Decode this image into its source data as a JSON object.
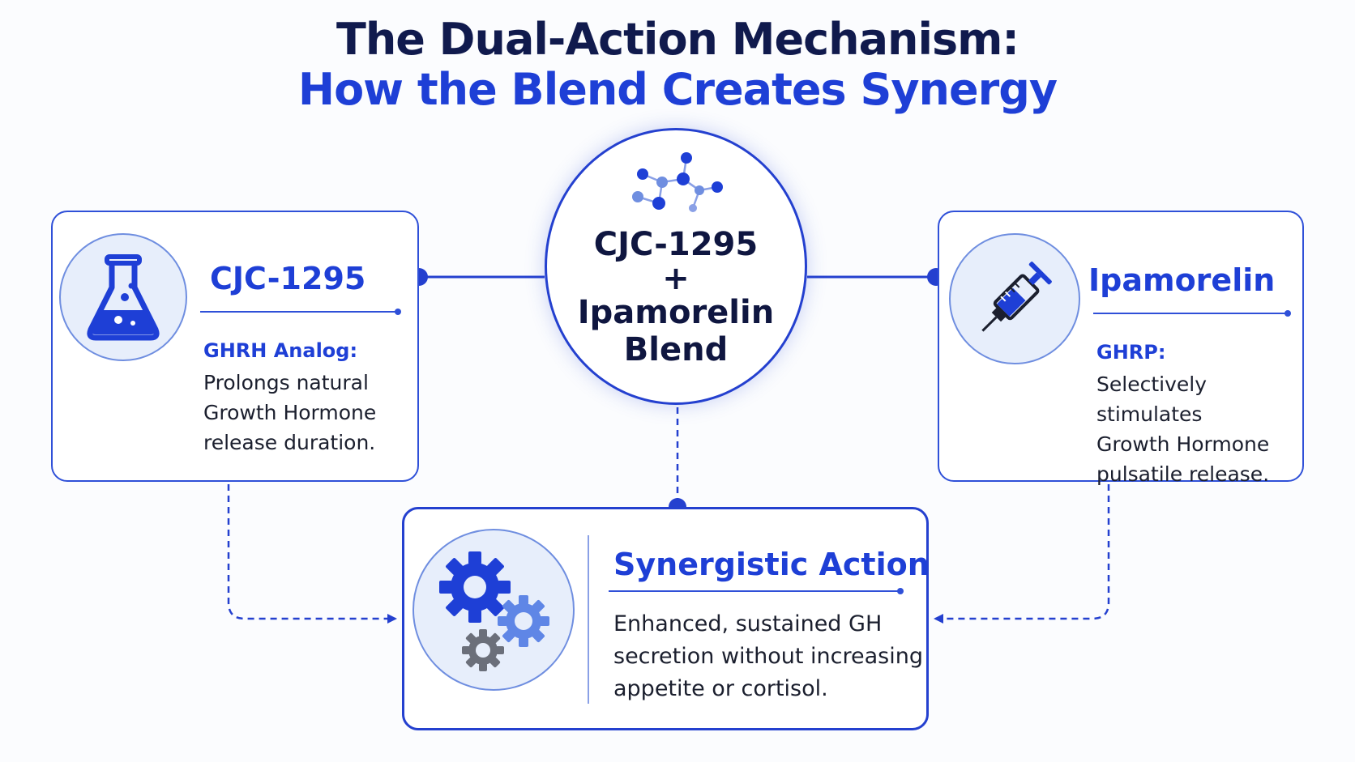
{
  "title": {
    "line1": "The Dual-Action Mechanism:",
    "line2": "How the Blend Creates Synergy"
  },
  "center": {
    "line1": "CJC-1295",
    "plus": "+",
    "line2": "Ipamorelin",
    "line3": "Blend",
    "icon": "molecule-icon"
  },
  "left_card": {
    "title": "CJC-1295",
    "subtitle": "GHRH Analog:",
    "body": [
      "Prolongs natural",
      "Growth Hormone",
      "release duration."
    ],
    "icon": "flask-icon"
  },
  "right_card": {
    "title": "Ipamorelin",
    "subtitle": "GHRP:",
    "body": [
      "Selectively stimulates",
      "Growth Hormone",
      "pulsatile release."
    ],
    "icon": "syringe-icon"
  },
  "bottom_card": {
    "title": "Synergistic Action",
    "body": [
      "Enhanced, sustained GH",
      "secretion without increasing",
      "appetite or cortisol."
    ],
    "icon": "gears-icon"
  },
  "colors": {
    "accent": "#1e3fd6",
    "dark_text": "#101a4d",
    "light_fill": "#e7eefb"
  }
}
